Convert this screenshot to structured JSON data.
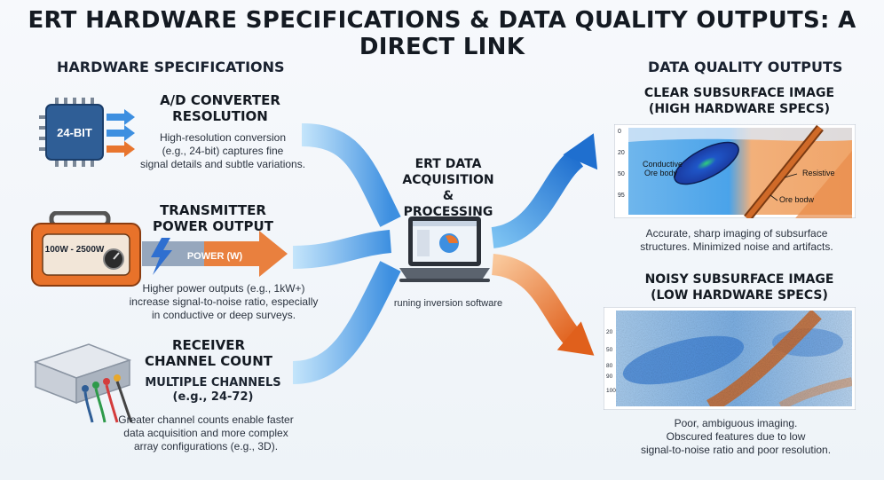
{
  "title": "ERT HARDWARE SPECIFICATIONS & DATA QUALITY OUTPUTS: A DIRECT LINK",
  "sections": {
    "hardware": "HARDWARE SPECIFICATIONS",
    "quality": "DATA QUALITY OUTPUTS"
  },
  "adc": {
    "heading_line1": "A/D CONVERTER",
    "heading_line2": "RESOLUTION",
    "chip_label": "24-BIT",
    "desc_line1": "High-resolution conversion",
    "desc_line2": "(e.g., 24-bit) captures fine",
    "desc_line3": "signal details and subtle variations."
  },
  "transmitter": {
    "heading_line1": "TRANSMITTER",
    "heading_line2": "POWER OUTPUT",
    "device_label": "100W - 2500W",
    "arrow_label": "POWER (W)",
    "desc_line1": "Higher power outputs (e.g., 1kW+)",
    "desc_line2": "increase signal-to-noise ratio, especially",
    "desc_line3": "in conductive or deep surveys."
  },
  "receiver": {
    "heading_line1": "RECEIVER",
    "heading_line2": "CHANNEL COUNT",
    "sub_line1": "MULTIPLE CHANNELS",
    "sub_line2": "(e.g., 24-72)",
    "desc_line1": "Greater channel counts enable faster",
    "desc_line2": "data acquisition and more complex",
    "desc_line3": "array configurations (e.g., 3D)."
  },
  "processing": {
    "heading_line1": "ERT DATA",
    "heading_line2": "ACQUISITION",
    "heading_line3": "& PROCESSING",
    "caption": "runing inversion software"
  },
  "clear": {
    "heading_line1": "CLEAR SUBSURFACE IMAGE",
    "heading_line2": "(HIGH HARDWARE SPECS)",
    "label_conductive_1": "Conductive",
    "label_conductive_2": "Ore body",
    "label_resistive": "Resistive",
    "label_orebody": "Ore bodw",
    "ticks": [
      "0",
      "20",
      "50",
      "95"
    ],
    "desc_line1": "Accurate, sharp imaging of subsurface",
    "desc_line2": "structures. Minimized noise and artifacts."
  },
  "noisy": {
    "heading_line1": "NOISY SUBSURFACE IMAGE",
    "heading_line2": "(LOW HARDWARE SPECS)",
    "ticks": [
      "20",
      "50",
      "80",
      "90",
      "100"
    ],
    "desc_line1": "Poor, ambiguous imaging.",
    "desc_line2": "Obscured features due to low",
    "desc_line3": "signal-to-noise ratio and poor resolution."
  },
  "colors": {
    "flow_blue": "#3d8fe0",
    "flow_orange": "#e8752e",
    "chip": "#2f5e96",
    "transmitter": "#e8722a"
  }
}
